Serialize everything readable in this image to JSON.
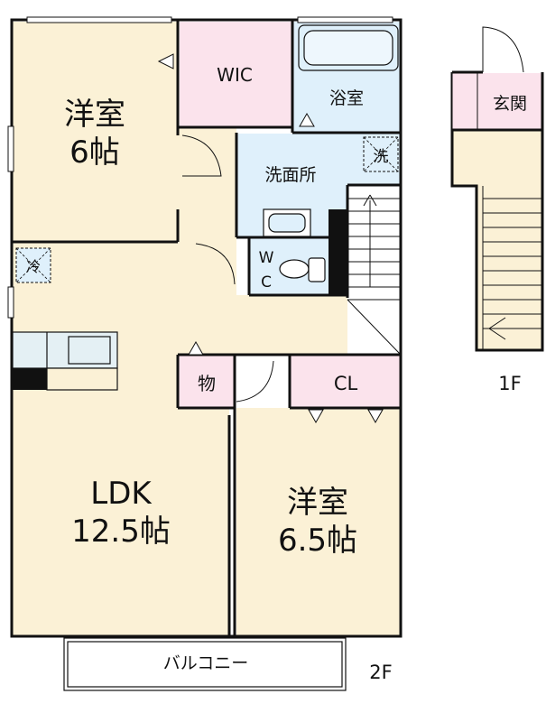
{
  "floors": {
    "second": {
      "floor_label": "2F",
      "rooms": {
        "western_room_1": {
          "name": "洋室",
          "size": "6帖"
        },
        "wic": {
          "name": "WIC"
        },
        "bathroom": {
          "name": "浴室"
        },
        "washroom": {
          "name": "洗面所"
        },
        "washer": {
          "name": "洗"
        },
        "toilet": {
          "line1": "W",
          "line2": "C"
        },
        "fridge": {
          "name": "冷"
        },
        "ldk": {
          "name": "LDK",
          "size": "12.5帖"
        },
        "storage": {
          "name": "物"
        },
        "closet": {
          "name": "CL"
        },
        "western_room_2": {
          "name": "洋室",
          "size": "6.5帖"
        },
        "balcony": {
          "name": "バルコニー"
        }
      }
    },
    "first": {
      "floor_label": "1F",
      "rooms": {
        "entrance": {
          "name": "玄関"
        }
      }
    }
  },
  "colors": {
    "wall": "#111111",
    "room_beige": "#fbf1d6",
    "wet_area_blue": "#dff0fb",
    "storage_pink": "#fbe3ec",
    "counter_gray": "#e4f0f4"
  }
}
